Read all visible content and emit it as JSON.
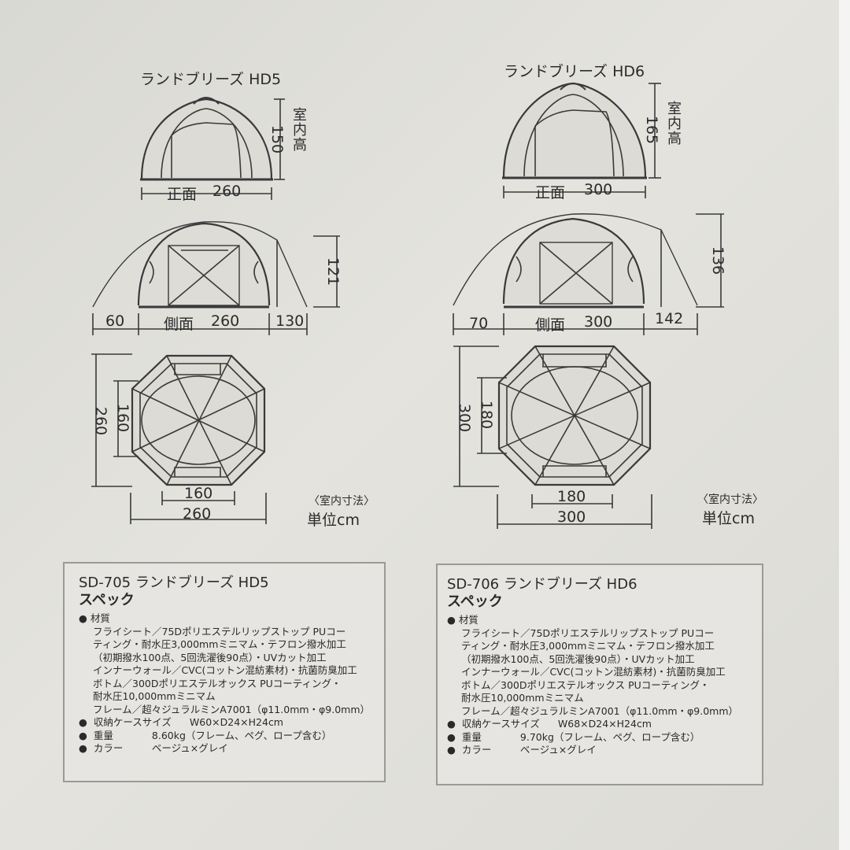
{
  "hd5": {
    "title": "ランドブリーズ HD5",
    "front_height": "150",
    "front_height_label": "室内高",
    "front_label": "正面",
    "front_width": "260",
    "side_height": "121",
    "side_left": "60",
    "side_label": "側面",
    "side_width": "260",
    "side_right": "130",
    "floor_outer_v": "260",
    "floor_inner_v": "160",
    "floor_inner_h": "160",
    "floor_outer_h": "260",
    "note": "〈室内寸法〉",
    "unit": "単位cm",
    "spec": {
      "model": "SD-705 ランドブリーズ HD5",
      "subtitle": "スペック",
      "material_label": "材質",
      "material_lines": [
        "フライシート／75Dポリエステルリップストップ PUコー",
        "ティング・耐水圧3,000mmミニマム・テフロン撥水加工",
        "（初期撥水100点、5回洗濯後90点）・UVカット加工",
        "インナーウォール／CVC(コットン混紡素材)・抗菌防臭加工",
        "ボトム／300Dポリエステルオックス PUコーティング・",
        "耐水圧10,000mmミニマム",
        "フレーム／超々ジュラルミンA7001（φ11.0mm・φ9.0mm）"
      ],
      "case_label": "収納ケースサイズ",
      "case_value": "W60×D24×H24cm",
      "weight_label": "重量",
      "weight_value": "8.60kg（フレーム、ペグ、ロープ含む）",
      "color_label": "カラー",
      "color_value": "ベージュ×グレイ"
    }
  },
  "hd6": {
    "title": "ランドブリーズ HD6",
    "front_height": "165",
    "front_height_label": "室内高",
    "front_label": "正面",
    "front_width": "300",
    "side_height": "136",
    "side_left": "70",
    "side_label": "側面",
    "side_width": "300",
    "side_right": "142",
    "floor_outer_v": "300",
    "floor_inner_v": "180",
    "floor_inner_h": "180",
    "floor_outer_h": "300",
    "note": "〈室内寸法〉",
    "unit": "単位cm",
    "spec": {
      "model": "SD-706 ランドブリーズ HD6",
      "subtitle": "スペック",
      "material_label": "材質",
      "material_lines": [
        "フライシート／75Dポリエステルリップストップ PUコー",
        "ティング・耐水圧3,000mmミニマム・テフロン撥水加工",
        "（初期撥水100点、5回洗濯後90点）・UVカット加工",
        "インナーウォール／CVC(コットン混紡素材)・抗菌防臭加工",
        "ボトム／300Dポリエステルオックス PUコーティング・",
        "耐水圧10,000mmミニマム",
        "フレーム／超々ジュラルミンA7001（φ11.0mm・φ9.0mm）"
      ],
      "case_label": "収納ケースサイズ",
      "case_value": "W68×D24×H24cm",
      "weight_label": "重量",
      "weight_value": "9.70kg（フレーム、ペグ、ロープ含む）",
      "color_label": "カラー",
      "color_value": "ベージュ×グレイ"
    }
  }
}
